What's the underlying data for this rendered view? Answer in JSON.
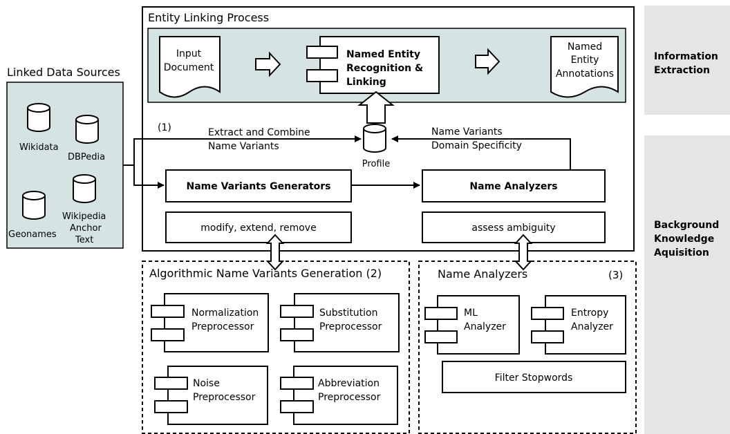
{
  "sidebar": {
    "information_extraction": [
      "Information",
      "Extraction"
    ],
    "background_knowledge": [
      "Background",
      "Knowledge",
      "Aquisition"
    ]
  },
  "sources": {
    "title": "Linked Data Sources",
    "wikidata": "Wikidata",
    "dbpedia": "DBPedia",
    "geonames": "Geonames",
    "wikipedia": [
      "Wikipedia",
      "Anchor",
      "Text"
    ]
  },
  "process": {
    "title": "Entity Linking Process",
    "input_document": [
      "Input",
      "Document"
    ],
    "ner": [
      "Named Entity",
      "Recognition &",
      "Linking"
    ],
    "annotations": [
      "Named",
      "Entity",
      "Annotations"
    ],
    "marker_1": "(1)",
    "extract_label": [
      "Extract and Combine",
      "Name Variants"
    ],
    "name_variants_label": [
      "Name Variants",
      "Domain Specificity"
    ],
    "profile": "Profile",
    "generators": "Name Variants Generators",
    "analyzers": "Name Analyzers",
    "modify": "modify, extend, remove",
    "assess": "assess ambiguity"
  },
  "generation": {
    "title": "Algorithmic Name Variants Generation (2)",
    "normalization": [
      "Normalization",
      "Preprocessor"
    ],
    "substitution": [
      "Substitution",
      "Preprocessor"
    ],
    "noise": [
      "Noise",
      "Preprocessor"
    ],
    "abbreviation": [
      "Abbreviation",
      "Preprocessor"
    ]
  },
  "analyzers_panel": {
    "title": "Name Analyzers",
    "marker_3": "(3)",
    "ml": [
      "ML",
      "Analyzer"
    ],
    "entropy": [
      "Entropy",
      "Analyzer"
    ],
    "filter": "Filter Stopwords"
  }
}
